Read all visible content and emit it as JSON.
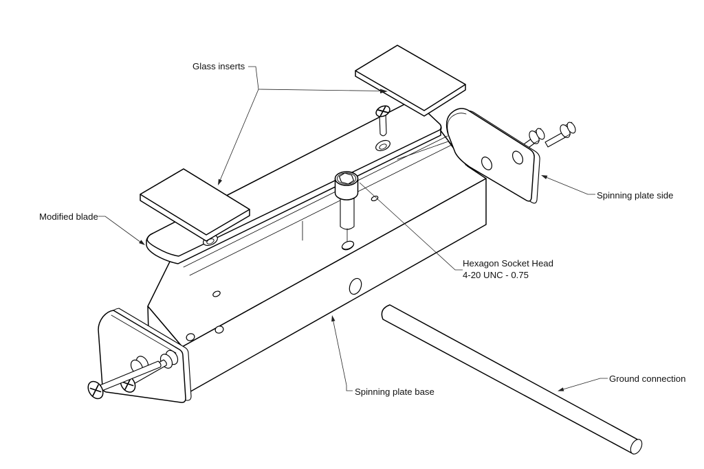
{
  "diagram": {
    "type": "exploded-assembly-technical-drawing",
    "colors": {
      "background": "#ffffff",
      "line": "#000000",
      "label_text": "#111111"
    },
    "labels": {
      "glass_inserts": "Glass inserts",
      "modified_blade": "Modified blade",
      "spinning_plate_side": "Spinning plate side",
      "hexagon_socket_head_line1": "Hexagon Socket Head",
      "hexagon_socket_head_line2": "4-20 UNC - 0.75",
      "spinning_plate_base": "Spinning plate base",
      "ground_connection": "Ground connection"
    }
  }
}
